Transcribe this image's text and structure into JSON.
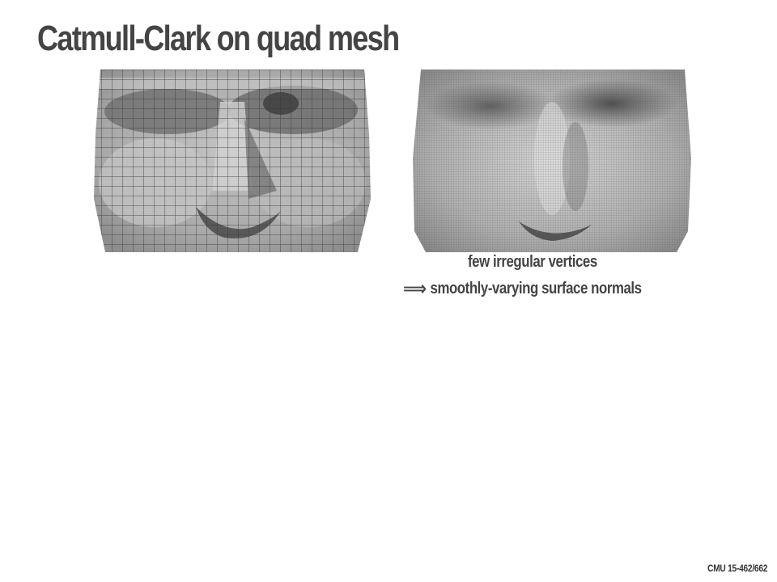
{
  "slide": {
    "title": "Catmull-Clark on quad mesh",
    "footer": "CMU 15-462/662"
  },
  "figures": {
    "mesh": {
      "icon": "quad-mesh-face-image"
    },
    "smooth": {
      "icon": "smooth-subdivided-face-image"
    }
  },
  "caption": {
    "line1": "few irregular vertices",
    "implies_symbol": "⟹",
    "line2": "smoothly-varying surface normals"
  },
  "colors": {
    "text": "#444444",
    "mesh_fill": "#a8a8a8",
    "mesh_lines": "#3a3a3a",
    "surface_light": "#cfcfcf",
    "surface_dark": "#4a4a4a"
  }
}
